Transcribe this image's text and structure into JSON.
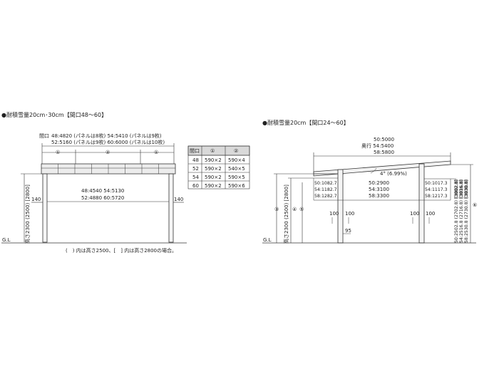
{
  "colors": {
    "line": "#333333",
    "aux": "#7a7a7a",
    "panel": "#e6e6e6",
    "tableHead": "#d9d9d9"
  },
  "left": {
    "title": "●耐積雪量20cm･30cm【間口48～60】",
    "width_prefix": "間口",
    "width_line1": "48:4820 (パネルは8枚) 54:5410 (パネルは9枚)",
    "width_line2": "52:5160 (パネルは9枚) 60:6000 (パネルは10枚)",
    "circ1": "①",
    "circ2": "②",
    "circ3": "①",
    "inner_line1": "48:4540 54:5130",
    "inner_line2": "52:4880 60:5720",
    "side_left": "140",
    "side_right": "140",
    "height_label": "高さ2300 (2500) [2800]",
    "gl": "G.L",
    "note": "(　) 内は高さ2500、[　] 内は高さ2800の場合。",
    "table": {
      "headers": [
        "間口",
        "①",
        "②"
      ],
      "rows": [
        [
          "48",
          "590×2",
          "590×4"
        ],
        [
          "52",
          "590×2",
          "540×5"
        ],
        [
          "54",
          "590×2",
          "590×5"
        ],
        [
          "60",
          "590×2",
          "590×6"
        ]
      ]
    }
  },
  "right": {
    "title": "●耐積雪量20cm【間口24～60】",
    "top1": "50:5000",
    "top2": "奥行 54:5400",
    "top3": "58:5800",
    "angle": "4° (6.99%)",
    "mid1": "50:2900",
    "mid2": "54:3100",
    "mid3": "58:3300",
    "left_box": [
      "50:1082.7",
      "54:1182.7",
      "58:1282.7"
    ],
    "right_box": [
      "50:1017.3",
      "54:1117.3",
      "58:1217.3"
    ],
    "post_left_a": "100",
    "post_left_b": "100",
    "post_right_a": "100",
    "post_right_b": "100",
    "post_95": "95",
    "height_label": "高さ2300 (2500) [2800]",
    "circ_a": "③",
    "circ_b": "④",
    "circ_c": "⑤",
    "circ_d": "⑥",
    "right_top_vals": [
      "(3002.8)",
      "(3016.8)",
      "(3030.8)"
    ],
    "right_bottom_vals": [
      "50:2502.8 (2702.8) [3002.8]",
      "54:2516.8 (2716.8) [3016.8]",
      "58:2530.8 (2730.8) [3030.8]"
    ],
    "gl": "G.L"
  }
}
